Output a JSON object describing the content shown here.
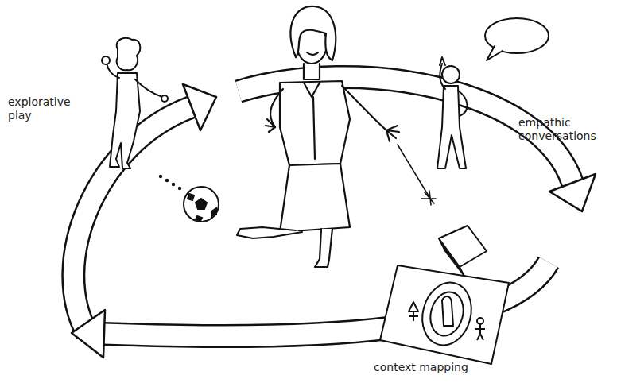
{
  "diagram": {
    "labels": [
      "explorative play",
      "empathic conversations",
      "context mapping"
    ]
  }
}
